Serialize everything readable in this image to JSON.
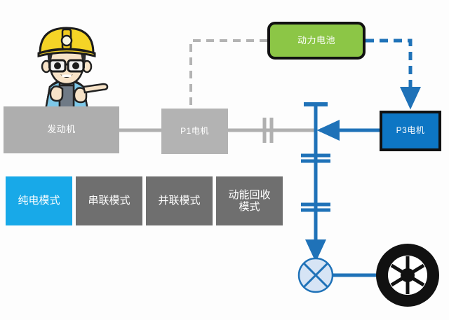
{
  "diagram": {
    "title_nodes": {
      "engine": "发动机",
      "p1_motor": "P1电机",
      "battery": "动力电池",
      "p3_motor": "P3电机"
    },
    "colors": {
      "background": "#fdfdfd",
      "engine_fill": "#aeaeae",
      "p1_fill": "#b3b3b3",
      "battery_fill": "#8cc646",
      "battery_border": "#111111",
      "p3_fill": "#0d76c4",
      "p3_border": "#111111",
      "shaft_blue": "#1f72b8",
      "mechanical_gray": "#b0b0b0",
      "dashed_gray": "#b3b3b3",
      "tab_active": "#18a9e8",
      "tab_inactive": "#6f6f6f",
      "tire_black": "#111111",
      "differential_fill": "#d6e4f5",
      "helmet_yellow": "#f5d426",
      "shirt_blue": "#7ec8e8",
      "overall_gray": "#6f7a86",
      "skin": "#f7e3c8"
    },
    "links": [
      {
        "name": "engine-to-p1-shaft",
        "style": "solid",
        "color": "#b0b0b0"
      },
      {
        "name": "p1-to-clutch-shaft",
        "style": "solid",
        "color": "#b0b0b0"
      },
      {
        "name": "battery-to-p1-power",
        "style": "dashed",
        "color": "#b3b3b3"
      },
      {
        "name": "battery-to-p3-power",
        "style": "dashed",
        "color": "#1f72b8",
        "arrow": true
      },
      {
        "name": "p3-to-output-shaft",
        "style": "solid",
        "color": "#1f72b8",
        "arrow": true
      },
      {
        "name": "output-shaft-to-differential",
        "style": "solid",
        "color": "#1f72b8",
        "arrow": true
      },
      {
        "name": "differential-to-wheel",
        "style": "solid",
        "color": "#1f72b8",
        "arrow": true
      }
    ],
    "symbols": [
      {
        "name": "clutch-symbol",
        "type": "clutch"
      },
      {
        "name": "gear-symbol-upper",
        "type": "gear"
      },
      {
        "name": "gear-symbol-lower",
        "type": "gear"
      },
      {
        "name": "differential-symbol",
        "type": "differential"
      },
      {
        "name": "wheel-symbol",
        "type": "wheel"
      }
    ]
  },
  "modes": {
    "tabs": [
      {
        "label": "纯电模式",
        "active": true
      },
      {
        "label": "串联模式",
        "active": false
      },
      {
        "label": "并联模式",
        "active": false
      },
      {
        "label": "动能回收\n模式",
        "active": false
      }
    ]
  },
  "character": {
    "name": "engineer-mascot",
    "description": "cartoon worker wearing yellow hard hat and glasses pointing right"
  }
}
